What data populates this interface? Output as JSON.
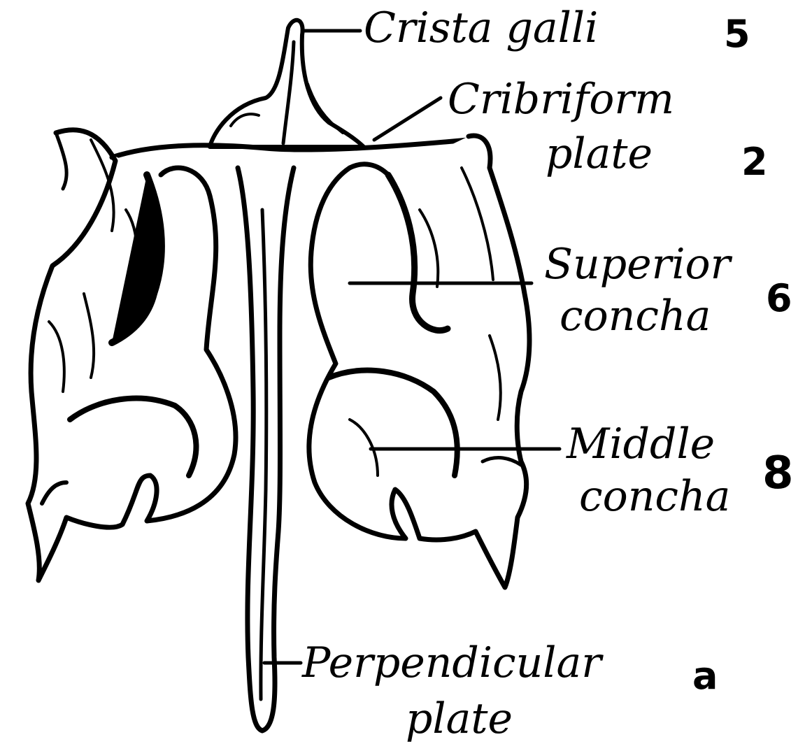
{
  "labels": {
    "crista_galli": "Crista galli",
    "cribriform_line1": "Cribriform",
    "cribriform_line2": "plate",
    "superior_line1": "Superior",
    "superior_line2": "concha",
    "middle_line1": "Middle",
    "middle_line2": "concha",
    "perpendicular_line1": "Perpendicular",
    "perpendicular_line2": "plate"
  },
  "annotations": {
    "crista_galli": "5",
    "cribriform": "2",
    "superior": "6",
    "middle": "8",
    "perpendicular": "a"
  }
}
